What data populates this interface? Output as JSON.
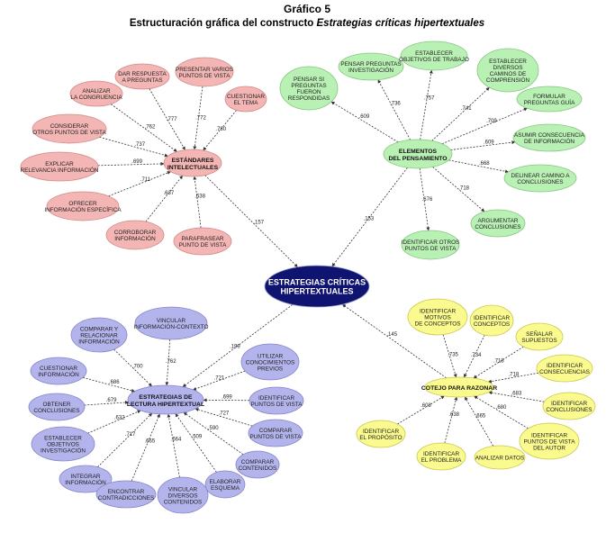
{
  "title": {
    "line1": "Gráfico 5",
    "line2_plain": "Estructuración gráfica del constructo ",
    "line2_italic": "Estrategias críticas hipertextuales"
  },
  "colors": {
    "red_fill": "#f3b6b4",
    "red_stroke": "#d08a87",
    "green_fill": "#b9f0b4",
    "green_stroke": "#86c680",
    "yellow_fill": "#fafa8e",
    "yellow_stroke": "#c8c850",
    "blue_fill": "#b4b4ec",
    "blue_stroke": "#8585c8",
    "main_fill": "#0e1470",
    "main_stroke": "#9aa0d0"
  },
  "main": {
    "label": [
      "ESTRATEGIAS CRÍTICAS",
      "HIPERTEXTUALES"
    ]
  },
  "main_links": [
    {
      "weight": ".157"
    },
    {
      "weight": ".153"
    },
    {
      "weight": ".199"
    },
    {
      "weight": ".145"
    }
  ],
  "clusters": [
    {
      "id": "red",
      "center": {
        "label": [
          "ESTÁNDARES",
          "INTELECTUALES"
        ]
      },
      "items": [
        {
          "label": [
            "DAR RESPUESTA",
            "A PREGUNTAS"
          ],
          "weight": ".777"
        },
        {
          "label": [
            "PRESENTAR VARIOS",
            "PUNTOS DE VISTA"
          ],
          "weight": ".772"
        },
        {
          "label": [
            "ANALIZAR",
            "LA CONGRUENCIA"
          ],
          "weight": ".762"
        },
        {
          "label": [
            "CUESTIONAR",
            "EL TEMA"
          ],
          "weight": ".780"
        },
        {
          "label": [
            "CONSIDERAR",
            "OTROS PUNTOS DE VISTA"
          ],
          "weight": ".737"
        },
        {
          "label": [
            "EXPLICAR",
            "RELEVANCIA INFORMACIÓN"
          ],
          "weight": ".699"
        },
        {
          "label": [
            "OFRECER",
            "INFORMACIÓN ESPECÍFICA"
          ],
          "weight": ".711"
        },
        {
          "label": [
            "CORROBORAR",
            "INFORMACIÓN"
          ],
          "weight": ".637"
        },
        {
          "label": [
            "PARAFRASEAR",
            "PUNTO DE VISTA"
          ],
          "weight": ".638"
        }
      ]
    },
    {
      "id": "green",
      "center": {
        "label": [
          "ELEMENTOS",
          "DEL PENSAMIENTO"
        ]
      },
      "items": [
        {
          "label": [
            "PENSAR SI",
            "PREGUNTAS",
            "FUERON",
            "RESPONDIDAS"
          ],
          "weight": ".609"
        },
        {
          "label": [
            "PENSAR PREGUNTAS",
            "INVESTIGACIÓN"
          ],
          "weight": ".736"
        },
        {
          "label": [
            "ESTABLECER",
            "OBJETIVOS DE TRABAJO"
          ],
          "weight": ".757"
        },
        {
          "label": [
            "ESTABLECER",
            "DIVERSOS",
            "CAMINOS DE",
            "COMPRENSIÓN"
          ],
          "weight": ".741"
        },
        {
          "label": [
            "FORMULAR",
            "PREGUNTAS GUÍA"
          ],
          "weight": ".709"
        },
        {
          "label": [
            "ASUMIR CONSECUENCIA",
            "DE INFORMACIÓN"
          ],
          "weight": ".609"
        },
        {
          "label": [
            "DELINEAR CAMINO A",
            "CONCLUSIONES"
          ],
          "weight": ".668"
        },
        {
          "label": [
            "ARGUMENTAR",
            "CONCLUSIONES"
          ],
          "weight": ".718"
        },
        {
          "label": [
            "IDENTIFICAR OTROS",
            "PUNTOS DE VISTA"
          ],
          "weight": ".676"
        }
      ]
    },
    {
      "id": "blue",
      "center": {
        "label": [
          "ESTRATEGIAS DE",
          "LECTURA HIPERTEXTUAL"
        ]
      },
      "items": [
        {
          "label": [
            "VINCULAR",
            "INFORMACIÓN-CONTEXTO"
          ],
          "weight": ".762"
        },
        {
          "label": [
            "COMPARAR Y",
            "RELACIONAR",
            "INFORMACIÓN"
          ],
          "weight": ".700"
        },
        {
          "label": [
            "UTILIZAR",
            "CONOCIMIENTOS",
            "PREVIOS"
          ],
          "weight": ".721"
        },
        {
          "label": [
            "CUESTIONAR",
            "INFORMACIÓN"
          ],
          "weight": ".686"
        },
        {
          "label": [
            "IDENTIFICAR",
            "PUNTOS DE VISTA"
          ],
          "weight": ".699"
        },
        {
          "label": [
            "OBTENER",
            "CONCLUSIONES"
          ],
          "weight": ".679"
        },
        {
          "label": [
            "COMPARAR",
            "PUNTOS DE VISTA"
          ],
          "weight": ".727"
        },
        {
          "label": [
            "ESTABLECER",
            "OBJETIVOS",
            "INVESTIGACIÓN"
          ],
          "weight": ".632"
        },
        {
          "label": [
            "COMPARAR",
            "CONTENIDOS"
          ],
          "weight": ".590"
        },
        {
          "label": [
            "INTEGRAR",
            "INFORMACIÓN"
          ],
          "weight": ".717"
        },
        {
          "label": [
            "ENCONTRAR",
            "CONTRADICCIONES"
          ],
          "weight": ".665"
        },
        {
          "label": [
            "VINCULAR",
            "DIVERSOS",
            "CONTENIDOS"
          ],
          "weight": ".664"
        },
        {
          "label": [
            "ELABORAR",
            "ESQUEMA"
          ],
          "weight": ".509"
        }
      ]
    },
    {
      "id": "yellow",
      "center": {
        "label": [
          "COTEJO PARA RAZONAR"
        ]
      },
      "items": [
        {
          "label": [
            "IDENTIFICAR",
            "MOTIVOS",
            "DE CONCEPTOS"
          ],
          "weight": ".735"
        },
        {
          "label": [
            "IDENTIFICAR",
            "CONCEPTOS"
          ],
          "weight": ".734"
        },
        {
          "label": [
            "SEÑALAR",
            "SUPUESTOS"
          ],
          "weight": ".718"
        },
        {
          "label": [
            "IDENTIFICAR",
            "CONSECUENCIAS"
          ],
          "weight": ".718"
        },
        {
          "label": [
            "IDENTIFICAR",
            "CONCLUSIONES"
          ],
          "weight": ".683"
        },
        {
          "label": [
            "IDENTIFICAR",
            "PUNTOS DE VISTA",
            "DEL AUTOR"
          ],
          "weight": ".680"
        },
        {
          "label": [
            "ANALIZAR DATOS"
          ],
          "weight": ".665"
        },
        {
          "label": [
            "IDENTIFICAR",
            "EL PROBLEMA"
          ],
          "weight": ".638"
        },
        {
          "label": [
            "IDENTIFICAR",
            "EL PROPÓSITO"
          ],
          "weight": ".608"
        }
      ]
    }
  ]
}
